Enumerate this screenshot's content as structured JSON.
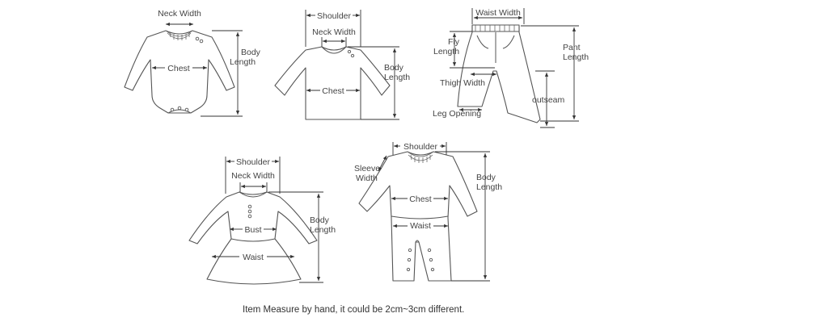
{
  "labels": {
    "bodysuit": {
      "neck_width": "Neck Width",
      "chest": "Chest",
      "body_length": [
        "Body",
        "Length"
      ]
    },
    "shirt": {
      "shoulder": "Shoulder",
      "neck_width": "Neck Width",
      "chest": "Chest",
      "body_length": [
        "Body",
        "Length"
      ]
    },
    "pants": {
      "waist_width": "Waist Width",
      "fly_length": [
        "Fly",
        "Length"
      ],
      "pant_length": [
        "Pant",
        "Length"
      ],
      "thigh_width": "Thigh Width",
      "outseam": "outseam",
      "leg_opening": "Leg Opening"
    },
    "dress": {
      "shoulder": "Shoulder",
      "neck_width": "Neck Width",
      "bust": "Bust",
      "waist": "Waist",
      "body_length": [
        "Body",
        "Length"
      ]
    },
    "romper": {
      "shoulder": "Shoulder",
      "sleeve_width": [
        "Sleeve",
        "Width"
      ],
      "chest": "Chest",
      "waist": "Waist",
      "body_length": [
        "Body",
        "Length"
      ]
    }
  },
  "note": "Item Measure by hand, it could be 2cm~3cm different."
}
